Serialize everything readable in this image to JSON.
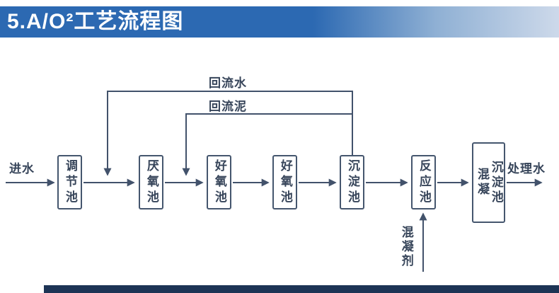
{
  "title": {
    "text": "5.A/O²工艺流程图"
  },
  "colors": {
    "title_bg": "#2c69b2",
    "title_mid": "#8fb0d4",
    "title_fade": "#cdd9ea",
    "line": "#42526b",
    "box_border": "#45566e",
    "ink": "#37455a",
    "footer": "#1d3455"
  },
  "flow": {
    "inlet_label": "进水",
    "outlet_label": "处理水",
    "boxes": [
      {
        "label": "调节池"
      },
      {
        "label": "厌氧池"
      },
      {
        "label": "好氧池"
      },
      {
        "label": "好氧池"
      },
      {
        "label": "沉淀池"
      },
      {
        "label": "反应池"
      },
      {
        "label": "混凝沉淀池",
        "lines": [
          "混凝",
          "沉淀池"
        ]
      }
    ],
    "recycle_water_label": "回流水",
    "recycle_sludge_label": "回流泥",
    "coagulant_label": "混凝剂"
  }
}
